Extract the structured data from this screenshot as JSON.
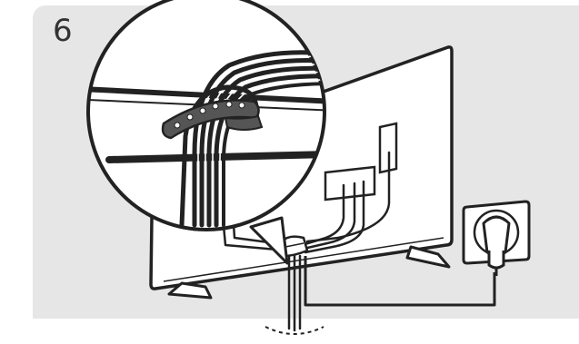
{
  "step": {
    "number": "6"
  },
  "colors": {
    "panel_background": "#e6e6e6",
    "line": "#222222",
    "fill": "#ffffff",
    "step_number": "#333333"
  },
  "icons": {
    "main": "tv-rear-cable-management-illustration",
    "magnifier": "zoom-circle-cable-tie",
    "outlet": "wall-socket-with-plug"
  }
}
